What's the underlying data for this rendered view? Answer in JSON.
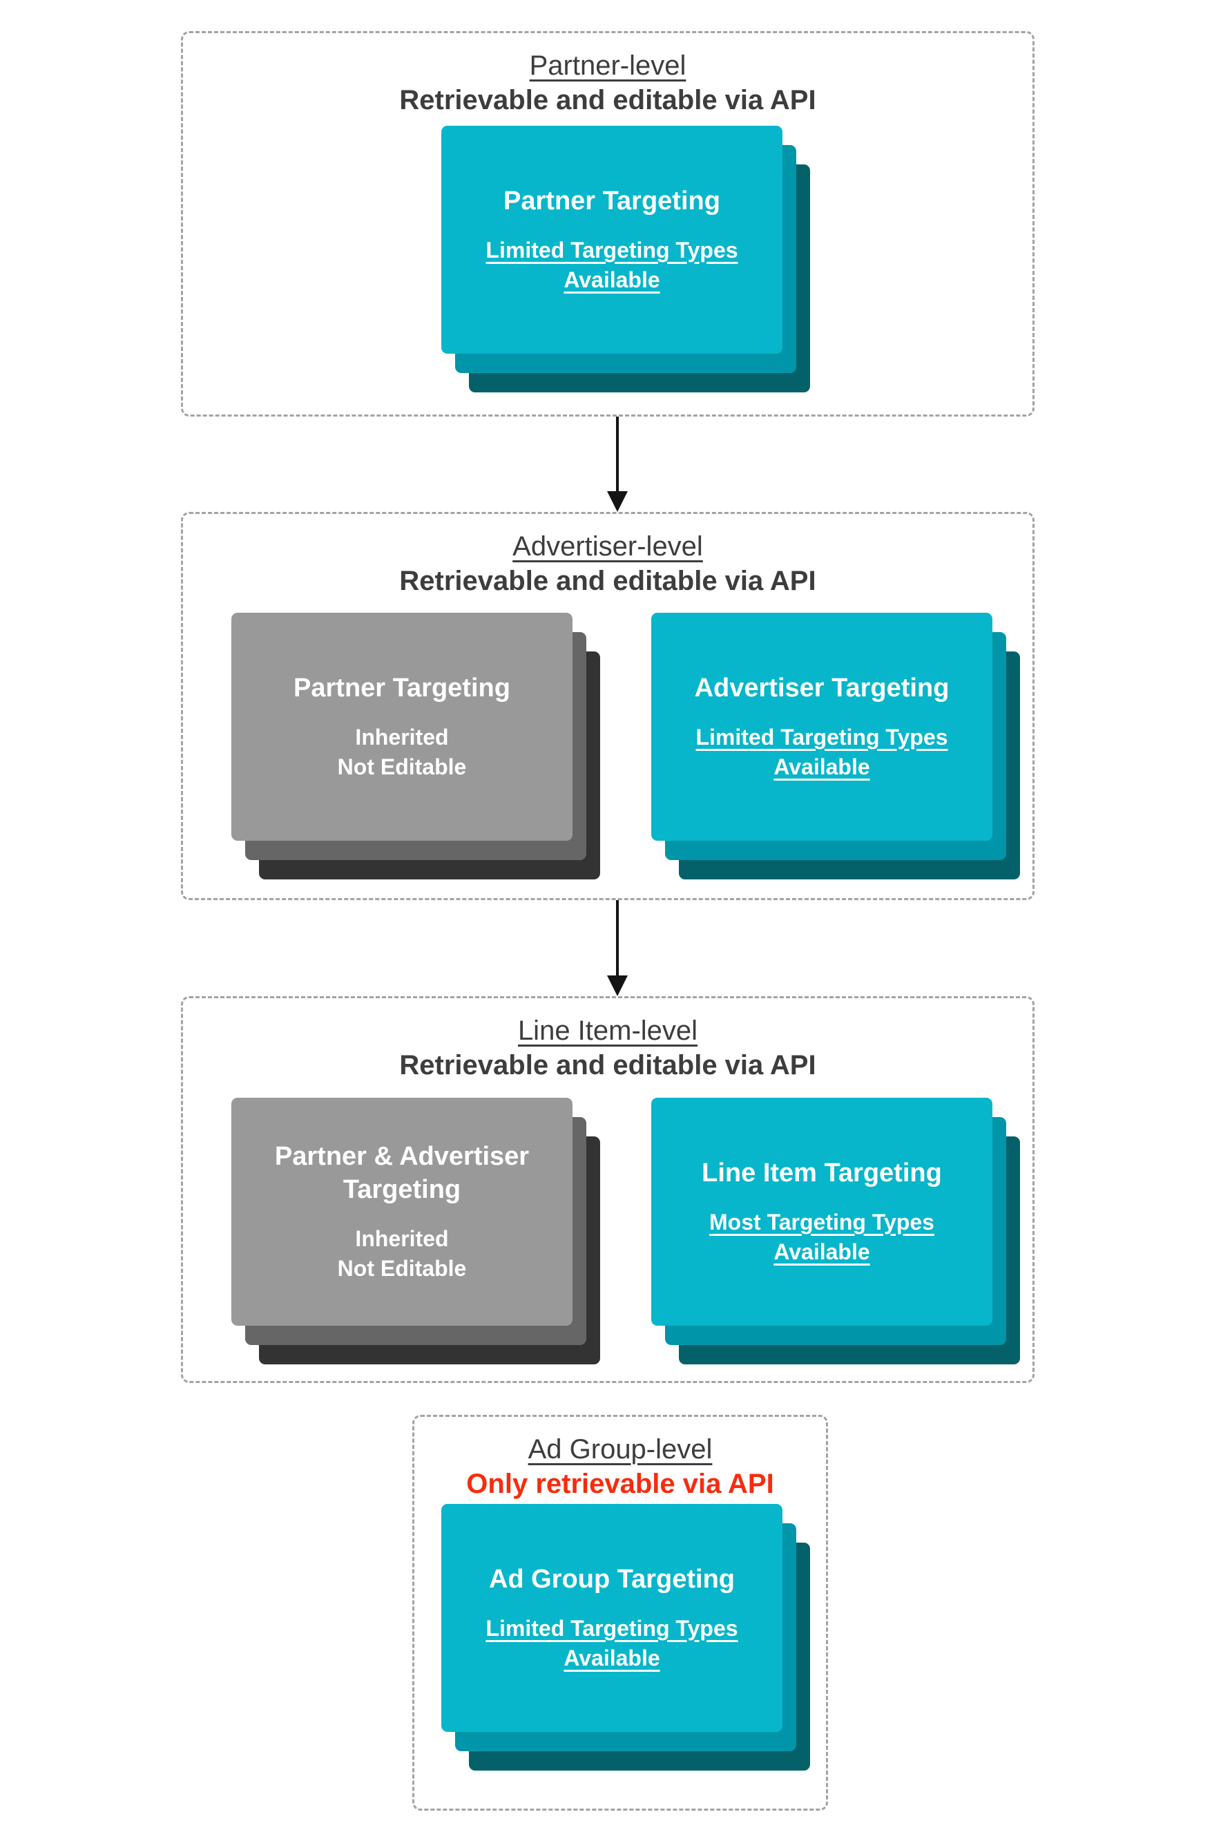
{
  "colors": {
    "card_cyan": "#07b6ca",
    "card_cyan_shadow1": "#0095a8",
    "card_cyan_shadow2": "#04616a",
    "card_gray": "#999999",
    "card_gray_shadow1": "#666666",
    "card_gray_shadow2": "#333333",
    "heading_text": "#3d3d3d",
    "card_text": "#ffffff",
    "alert_red": "#f72c0d",
    "dash_border": "#a3a3a3",
    "arrow_black": "#141414"
  },
  "diagram": {
    "sections": [
      {
        "name": "Partner-level",
        "access_note": "Retrievable and editable via API",
        "cards": [
          {
            "variant": "cyan",
            "title": "Partner Targeting",
            "note_lines": [
              "Limited Targeting Types",
              "Available"
            ]
          }
        ]
      },
      {
        "name": "Advertiser-level",
        "access_note": "Retrievable and editable via API",
        "cards": [
          {
            "variant": "gray",
            "title": "Partner Targeting",
            "note_lines": [
              "Inherited",
              "Not Editable"
            ]
          },
          {
            "variant": "cyan",
            "title": "Advertiser Targeting",
            "note_lines": [
              "Limited Targeting Types",
              "Available"
            ]
          }
        ]
      },
      {
        "name": "Line Item-level",
        "access_note": "Retrievable and editable via API",
        "cards": [
          {
            "variant": "gray",
            "title": "Partner & Advertiser Targeting",
            "note_lines": [
              "Inherited",
              "Not Editable"
            ]
          },
          {
            "variant": "cyan",
            "title": "Line Item Targeting",
            "note_lines": [
              "Most Targeting Types",
              "Available"
            ]
          }
        ]
      },
      {
        "name": "Ad Group-level",
        "access_note": "Only retrievable via API",
        "cards": [
          {
            "variant": "cyan",
            "title": "Ad Group Targeting",
            "note_lines": [
              "Limited Targeting Types",
              "Available"
            ]
          }
        ]
      }
    ]
  }
}
